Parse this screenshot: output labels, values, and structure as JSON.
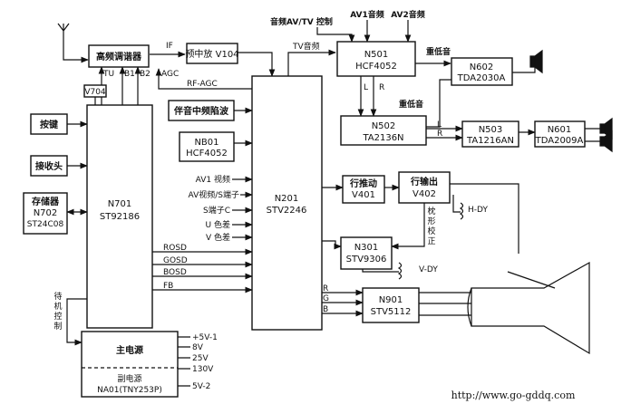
{
  "blocks": {
    "tuner": "高频调谐器",
    "if_amp": "预中放 V104",
    "v704": "V704",
    "tuner_pins": {
      "tu": "TU",
      "b1": "B1",
      "b2": "B2",
      "agc": "AGC"
    },
    "if_label": "IF",
    "rf_agc": "RF-AGC",
    "tv_audio": "TV音频",
    "keys": "按键",
    "receiver": "接收头",
    "memory": {
      "name": "存储器",
      "code": "N702",
      "chip": "ST24C08"
    },
    "n701": {
      "code": "N701",
      "chip": "ST92186"
    },
    "sound_trap": "伴音中频陷波",
    "nb01": {
      "code": "NB01",
      "chip": "HCF4052"
    },
    "n201": {
      "code": "N201",
      "chip": "STV2246"
    },
    "n501": {
      "code": "N501",
      "chip": "HCF4052"
    },
    "n502": {
      "code": "N502",
      "chip": "TA2136N"
    },
    "n503": {
      "code": "N503",
      "chip": "TA1216AN"
    },
    "n601": {
      "code": "N601",
      "chip": "TDA2009A"
    },
    "n602": {
      "code": "N602",
      "chip": "TDA2030A"
    },
    "h_drive": {
      "name": "行推动",
      "code": "V401"
    },
    "h_out": {
      "name": "行输出",
      "code": "V402"
    },
    "n301": {
      "code": "N301",
      "chip": "STV9306"
    },
    "n901": {
      "code": "N901",
      "chip": "STV5112"
    },
    "main_psu": "主电源",
    "aux_psu": {
      "name": "副电源",
      "code": "NA01(TNY253P)"
    }
  },
  "signals": {
    "audio_av_tv_ctrl": "音频AV/TV 控制",
    "av1_audio": "AV1音频",
    "av2_audio": "AV2音频",
    "bass_top": "重低音",
    "bass_mid": "重低音",
    "l": "L",
    "r": "R",
    "av1_video": "AV1 视频",
    "av_video_s": "AV视频/S端子",
    "s_c": "S端子C",
    "u_chroma": "U 色差",
    "v_chroma": "V 色差",
    "rosd": "ROSD",
    "gosd": "GOSD",
    "bosd": "BOSD",
    "fb": "FB",
    "standby": "待机控制",
    "h_dy": "H-DY",
    "v_dy": "V-DY",
    "pincushion": "枕形校正",
    "rgb_r": "R",
    "rgb_g": "G",
    "rgb_b": "B",
    "rail_5v1": "+5V-1",
    "rail_8v": "8V",
    "rail_25v": "25V",
    "rail_130v": "130V",
    "rail_5v2": "5V-2"
  },
  "watermark": "http://www.go-gddq.com"
}
